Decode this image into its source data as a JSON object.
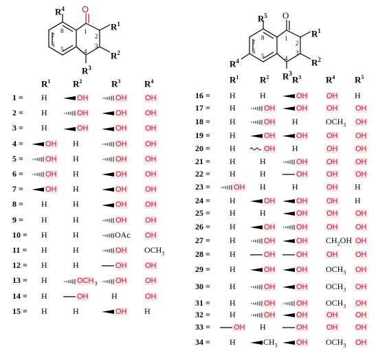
{
  "colors": {
    "highlight": "#fde7ea",
    "oh_text": "#c8102e",
    "carbonyl": "#c8102e"
  },
  "left_structure": {
    "O": "O",
    "R1": "R",
    "R1s": "1",
    "R2": "R",
    "R2s": "2",
    "R3": "R",
    "R3s": "3",
    "R4": "R",
    "R4s": "4",
    "n1": "1",
    "n2": "2",
    "n3": "3",
    "n4": "4",
    "n5": "5",
    "n6": "6",
    "n7": "7",
    "n8": "8"
  },
  "right_structure": {
    "O": "O",
    "R1": "R",
    "R1s": "1",
    "R2": "R",
    "R2s": "2",
    "R3": "R",
    "R3s": "3",
    "R4": "R",
    "R4s": "4",
    "R5": "R",
    "R5s": "5",
    "n1": "1",
    "n2": "2",
    "n3": "3",
    "n4": "4",
    "n5": "5",
    "n6": "6",
    "n7": "7",
    "n8": "8"
  },
  "left_headers": [
    {
      "r": "R",
      "s": "1"
    },
    {
      "r": "R",
      "s": "2"
    },
    {
      "r": "R",
      "s": "3"
    },
    {
      "r": "R",
      "s": "4"
    }
  ],
  "right_headers": [
    {
      "r": "R",
      "s": "1"
    },
    {
      "r": "R",
      "s": "2"
    },
    {
      "r": "R",
      "s": "3"
    },
    {
      "r": "R",
      "s": "4"
    },
    {
      "r": "R",
      "s": "5"
    }
  ],
  "left_rows": [
    {
      "n": "1 =",
      "c": [
        {
          "t": "H"
        },
        {
          "t": "OH",
          "b": "wedge",
          "h": 1
        },
        {
          "t": "OH",
          "b": "hash",
          "h": 1
        },
        {
          "t": "OH",
          "h": 1
        }
      ]
    },
    {
      "n": "2 =",
      "c": [
        {
          "t": "H"
        },
        {
          "t": "OH",
          "b": "hash",
          "h": 1
        },
        {
          "t": "OH",
          "b": "wedge",
          "h": 1
        },
        {
          "t": "OH",
          "h": 1
        }
      ]
    },
    {
      "n": "3 =",
      "c": [
        {
          "t": "H"
        },
        {
          "t": "OH",
          "b": "wedge",
          "h": 1
        },
        {
          "t": "OH",
          "b": "wedge",
          "h": 1
        },
        {
          "t": "OH",
          "h": 1
        }
      ]
    },
    {
      "n": "4 =",
      "c": [
        {
          "t": "OH",
          "b": "wedge",
          "h": 1
        },
        {
          "t": "H"
        },
        {
          "t": "OH",
          "b": "hash",
          "h": 1
        },
        {
          "t": "OH",
          "h": 1
        }
      ]
    },
    {
      "n": "5 =",
      "c": [
        {
          "t": "OH",
          "b": "hash",
          "h": 1
        },
        {
          "t": "H"
        },
        {
          "t": "OH",
          "b": "hash",
          "h": 1
        },
        {
          "t": "OH",
          "h": 1
        }
      ]
    },
    {
      "n": "6 =",
      "c": [
        {
          "t": "OH",
          "b": "hash",
          "h": 1
        },
        {
          "t": "H"
        },
        {
          "t": "OH",
          "b": "wedge",
          "h": 1
        },
        {
          "t": "OH",
          "h": 1
        }
      ]
    },
    {
      "n": "7 =",
      "c": [
        {
          "t": "OH",
          "b": "wedge",
          "h": 1
        },
        {
          "t": "H"
        },
        {
          "t": "OH",
          "b": "wedge",
          "h": 1
        },
        {
          "t": "OH",
          "h": 1
        }
      ]
    },
    {
      "n": "8 =",
      "c": [
        {
          "t": "H"
        },
        {
          "t": "H"
        },
        {
          "t": "OH",
          "b": "wedge",
          "h": 1
        },
        {
          "t": "OH",
          "h": 1
        }
      ]
    },
    {
      "n": "9 =",
      "c": [
        {
          "t": "H"
        },
        {
          "t": "H"
        },
        {
          "t": "OH",
          "b": "hash",
          "h": 1
        },
        {
          "t": "OH",
          "h": 1
        }
      ]
    },
    {
      "n": "10 =",
      "c": [
        {
          "t": "H"
        },
        {
          "t": "H"
        },
        {
          "t": "OAc",
          "b": "hash"
        },
        {
          "t": "OH",
          "h": 1
        }
      ]
    },
    {
      "n": "11 =",
      "c": [
        {
          "t": "H"
        },
        {
          "t": "H"
        },
        {
          "t": "OH",
          "b": "hash",
          "h": 1
        },
        {
          "t": "OCH",
          "sub": "3"
        }
      ]
    },
    {
      "n": "12 =",
      "c": [
        {
          "t": "H"
        },
        {
          "t": "H"
        },
        {
          "t": "OH",
          "b": "plain",
          "h": 1
        },
        {
          "t": "OH",
          "h": 1
        }
      ]
    },
    {
      "n": "13 =",
      "c": [
        {
          "t": "H"
        },
        {
          "t": "OCH",
          "sub": "3",
          "b": "hash",
          "h": 1
        },
        {
          "t": "OH",
          "b": "hash",
          "h": 1
        },
        {
          "t": "OH",
          "h": 1
        }
      ]
    },
    {
      "n": "14 =",
      "c": [
        {
          "t": "H"
        },
        {
          "t": "OH",
          "b": "plain",
          "h": 1
        },
        {
          "t": "H"
        },
        {
          "t": "OH",
          "h": 1
        }
      ]
    },
    {
      "n": "15 =",
      "c": [
        {
          "t": "H"
        },
        {
          "t": "H"
        },
        {
          "t": "OH",
          "b": "wedge",
          "h": 1
        },
        {
          "t": "H"
        }
      ]
    }
  ],
  "right_rows": [
    {
      "n": "16 =",
      "c": [
        {
          "t": "H"
        },
        {
          "t": "H"
        },
        {
          "t": "OH",
          "b": "wedge",
          "h": 1
        },
        {
          "t": "OH",
          "h": 1
        },
        {
          "t": "H"
        }
      ]
    },
    {
      "n": "17 =",
      "c": [
        {
          "t": "H"
        },
        {
          "t": "OH",
          "b": "hash",
          "h": 1
        },
        {
          "t": "OH",
          "b": "wedge",
          "h": 1
        },
        {
          "t": "OH",
          "h": 1
        },
        {
          "t": "OH",
          "h": 1
        }
      ]
    },
    {
      "n": "18 =",
      "c": [
        {
          "t": "H"
        },
        {
          "t": "OH",
          "b": "hash",
          "h": 1
        },
        {
          "t": "H"
        },
        {
          "t": "OCH",
          "sub": "3"
        },
        {
          "t": "OH",
          "h": 1
        }
      ]
    },
    {
      "n": "19 =",
      "c": [
        {
          "t": "H"
        },
        {
          "t": "OH",
          "b": "wedge",
          "h": 1
        },
        {
          "t": "OH",
          "b": "wedge",
          "h": 1
        },
        {
          "t": "OH",
          "h": 1
        },
        {
          "t": "OH",
          "h": 1
        }
      ]
    },
    {
      "n": "20 =",
      "c": [
        {
          "t": "H"
        },
        {
          "t": "OH",
          "b": "wavy",
          "h": 1
        },
        {
          "t": "H"
        },
        {
          "t": "OH",
          "h": 1
        },
        {
          "t": "OH",
          "h": 1
        }
      ]
    },
    {
      "n": "21 =",
      "c": [
        {
          "t": "H"
        },
        {
          "t": "H"
        },
        {
          "t": "OH",
          "b": "hash",
          "h": 1
        },
        {
          "t": "OH",
          "h": 1
        },
        {
          "t": "OH",
          "h": 1
        }
      ]
    },
    {
      "n": "22 =",
      "c": [
        {
          "t": "H"
        },
        {
          "t": "H"
        },
        {
          "t": "OH",
          "b": "plain",
          "h": 1
        },
        {
          "t": "OH",
          "h": 1
        },
        {
          "t": "OH",
          "h": 1
        }
      ]
    },
    {
      "n": "23 =",
      "c": [
        {
          "t": "OH",
          "b": "hash",
          "h": 1
        },
        {
          "t": "H"
        },
        {
          "t": "H"
        },
        {
          "t": "OH",
          "h": 1
        },
        {
          "t": "H"
        }
      ]
    },
    {
      "n": "24 =",
      "c": [
        {
          "t": "H"
        },
        {
          "t": "OH",
          "b": "wedge",
          "h": 1
        },
        {
          "t": "OH",
          "b": "wedge",
          "h": 1
        },
        {
          "t": "OH",
          "h": 1
        },
        {
          "t": "H"
        }
      ]
    },
    {
      "n": "25 =",
      "c": [
        {
          "t": "H"
        },
        {
          "t": "H"
        },
        {
          "t": "OH",
          "b": "wedge",
          "h": 1
        },
        {
          "t": "OH",
          "h": 1
        },
        {
          "t": "OH",
          "h": 1
        }
      ]
    },
    {
      "n": "26 =",
      "c": [
        {
          "t": "H"
        },
        {
          "t": "OH",
          "b": "wedge",
          "h": 1
        },
        {
          "t": "OH",
          "b": "hash",
          "h": 1
        },
        {
          "t": "OH",
          "h": 1
        },
        {
          "t": "OH",
          "h": 1
        }
      ]
    },
    {
      "n": "27 =",
      "c": [
        {
          "t": "H"
        },
        {
          "t": "OH",
          "b": "hash",
          "h": 1
        },
        {
          "t": "OH",
          "b": "wedge",
          "h": 1
        },
        {
          "t": "CH",
          "sub": "2",
          "tail": "OH"
        },
        {
          "t": "OH",
          "h": 1
        }
      ]
    },
    {
      "n": "28 =",
      "c": [
        {
          "t": "H"
        },
        {
          "t": "OH",
          "b": "plain",
          "h": 1
        },
        {
          "t": "OH",
          "b": "plain",
          "h": 1
        },
        {
          "t": "OH",
          "h": 1
        },
        {
          "t": "OH",
          "h": 1
        }
      ]
    },
    {
      "n": "29 =",
      "c": [
        {
          "t": "H"
        },
        {
          "t": "OH",
          "b": "wedge",
          "h": 1
        },
        {
          "t": "OH",
          "b": "wedge",
          "h": 1
        },
        {
          "t": "OCH",
          "sub": "3"
        },
        {
          "t": "OH",
          "h": 1
        }
      ]
    },
    {
      "n": "30 =",
      "c": [
        {
          "t": "H"
        },
        {
          "t": "OH",
          "b": "hash",
          "h": 1
        },
        {
          "t": "OH",
          "b": "wedge",
          "h": 1
        },
        {
          "t": "OCH",
          "sub": "3"
        },
        {
          "t": "OH",
          "h": 1
        }
      ]
    },
    {
      "n": "31 =",
      "c": [
        {
          "t": "H"
        },
        {
          "t": "OH",
          "b": "hash",
          "h": 1
        },
        {
          "t": "OH",
          "b": "hash",
          "h": 1
        },
        {
          "t": "OCH",
          "sub": "3"
        },
        {
          "t": "OH",
          "h": 1
        }
      ]
    },
    {
      "n": "32 =",
      "c": [
        {
          "t": "H"
        },
        {
          "t": "OH",
          "b": "hash",
          "h": 1
        },
        {
          "t": "OH",
          "b": "wedge",
          "h": 1
        },
        {
          "t": "OH",
          "h": 1
        },
        {
          "t": "OH",
          "h": 1
        }
      ]
    },
    {
      "n": "33 =",
      "c": [
        {
          "t": "OH",
          "b": "plain",
          "h": 1
        },
        {
          "t": "H"
        },
        {
          "t": "OH",
          "b": "plain",
          "h": 1
        },
        {
          "t": "OH",
          "h": 1
        },
        {
          "t": "OH",
          "h": 1
        }
      ]
    },
    {
      "n": "34 =",
      "c": [
        {
          "t": "H"
        },
        {
          "t": "CH",
          "sub": "3",
          "b": "wedge"
        },
        {
          "t": "OH",
          "b": "wedge",
          "h": 1
        },
        {
          "t": "OCH",
          "sub": "3"
        },
        {
          "t": "OH",
          "h": 1
        }
      ]
    }
  ]
}
